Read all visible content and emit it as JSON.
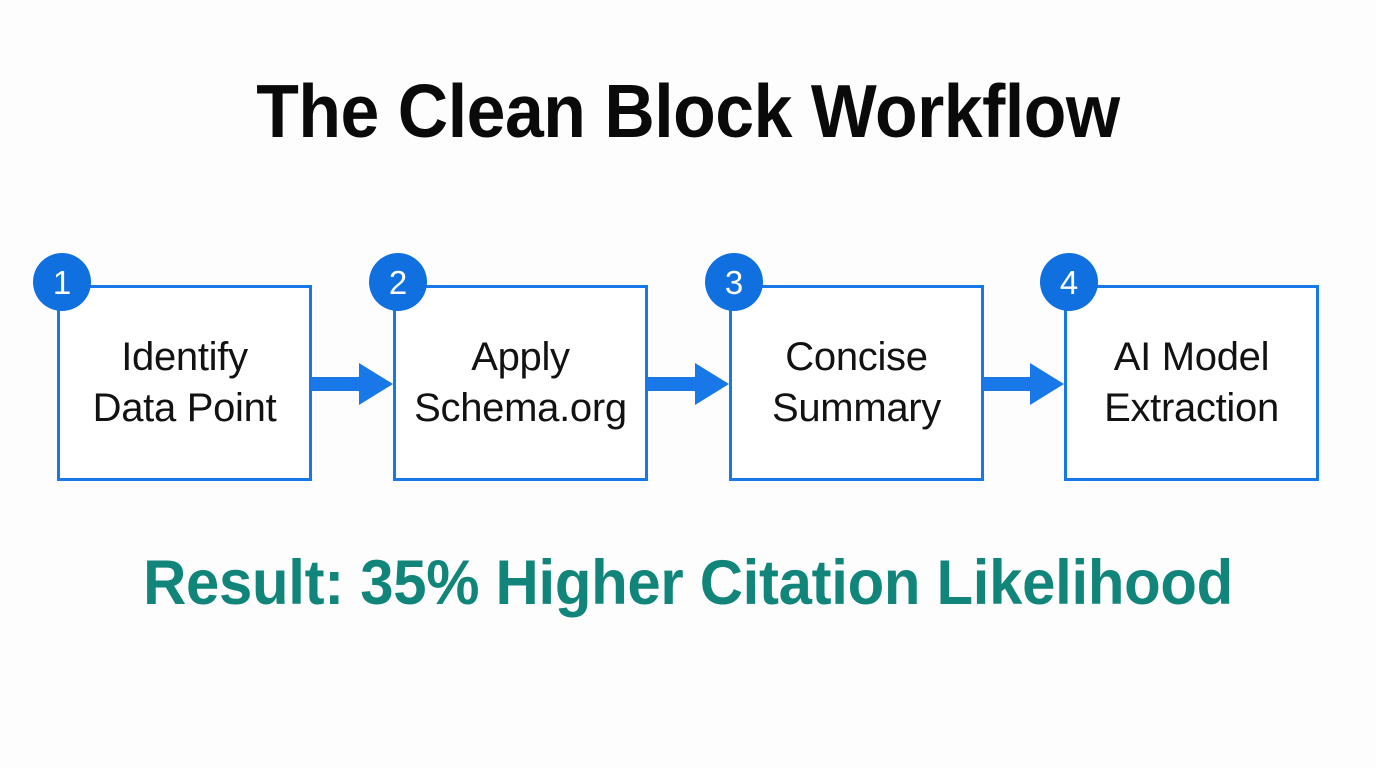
{
  "title": "The Clean Block Workflow",
  "colors": {
    "background": "#fdfdfd",
    "box_border": "#1878e8",
    "badge_fill": "#1070e0",
    "badge_text": "#ffffff",
    "arrow": "#1878e8",
    "title_text": "#0a0a0a",
    "step_text": "#121212",
    "result_text": "#12857a"
  },
  "flow": {
    "steps": [
      {
        "number": "1",
        "label": "Identify\nData Point",
        "line1": "Identify",
        "line2": "Data Point"
      },
      {
        "number": "2",
        "label": "Apply\nSchema.org",
        "line1": "Apply",
        "line2": "Schema.org"
      },
      {
        "number": "3",
        "label": "Concise\nSummary",
        "line1": "Concise",
        "line2": "Summary"
      },
      {
        "number": "4",
        "label": "AI Model\nExtraction",
        "line1": "AI Model",
        "line2": "Extraction"
      }
    ],
    "connectors": [
      {
        "icon": "arrow-right-icon",
        "from": "1",
        "to": "2"
      },
      {
        "icon": "arrow-right-icon",
        "from": "2",
        "to": "3"
      },
      {
        "icon": "arrow-right-icon",
        "from": "3",
        "to": "4"
      }
    ]
  },
  "result": {
    "text": "Result: 35% Higher Citation Likelihood",
    "metric_value": "35%",
    "metric_subject": "Citation Likelihood"
  }
}
